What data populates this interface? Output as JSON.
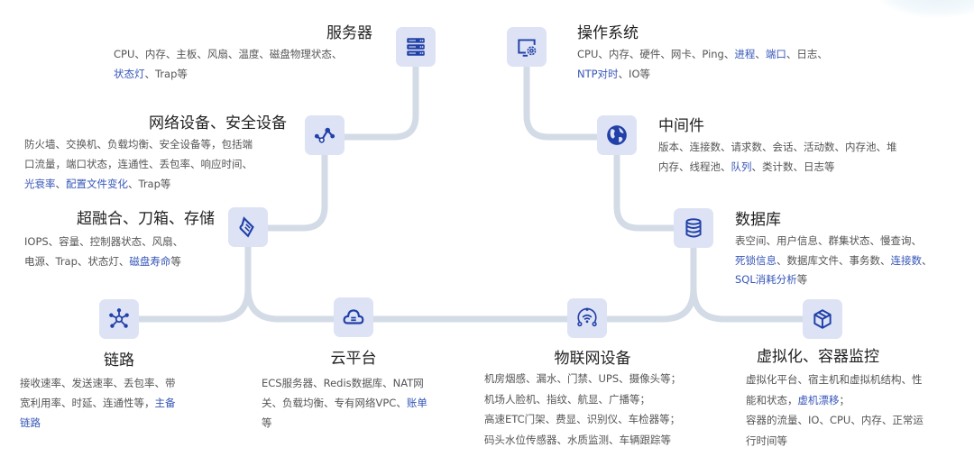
{
  "colors": {
    "line": "#d3dbe6",
    "icon_bg": "#dde3f4",
    "icon": "#2140a8",
    "highlight": "#3656b8",
    "text": "#555555",
    "title": "#222222"
  },
  "cards": [
    {
      "id": "server",
      "icon": "server-icon",
      "title": "服务器",
      "desc": [
        [
          {
            "t": "CPU、内存、主板、风扇、温度、磁盘物理状态、"
          }
        ],
        [
          {
            "t": "状态灯",
            "hl": true
          },
          {
            "t": "、Trap等"
          }
        ]
      ]
    },
    {
      "id": "network",
      "icon": "network-share-icon",
      "title": "网络设备、安全设备",
      "desc": [
        [
          {
            "t": "防火墙、交换机、负载均衡、安全设备等，包括端"
          }
        ],
        [
          {
            "t": "口流量，端口状态，连通性、丢包率、响应时间、"
          }
        ],
        [
          {
            "t": "光衰率",
            "hl": true
          },
          {
            "t": "、"
          },
          {
            "t": "配置文件变化",
            "hl": true
          },
          {
            "t": "、Trap等"
          }
        ]
      ]
    },
    {
      "id": "storage",
      "icon": "storage-scroll-icon",
      "title": "超融合、刀箱、存储",
      "desc": [
        [
          {
            "t": "IOPS、容量、控制器状态、风扇、"
          }
        ],
        [
          {
            "t": "电源、Trap、状态灯、"
          },
          {
            "t": "磁盘寿命",
            "hl": true
          },
          {
            "t": "等"
          }
        ]
      ]
    },
    {
      "id": "link",
      "icon": "link-topology-icon",
      "title": "链路",
      "desc": [
        [
          {
            "t": "接收速率、发送速率、丢包率、带"
          }
        ],
        [
          {
            "t": "宽利用率、时延、连通性等，"
          },
          {
            "t": "主备",
            "hl": true
          }
        ],
        [
          {
            "t": "链路",
            "hl": true
          }
        ]
      ]
    },
    {
      "id": "cloud",
      "icon": "cloud-icon",
      "title": "云平台",
      "desc": [
        [
          {
            "t": "ECS服务器、Redis数据库、NAT网"
          }
        ],
        [
          {
            "t": "关、负载均衡、专有网络VPC、"
          },
          {
            "t": "账单",
            "hl": true
          }
        ],
        [
          {
            "t": "等"
          }
        ]
      ]
    },
    {
      "id": "iot",
      "icon": "iot-wifi-icon",
      "title": "物联网设备",
      "desc": [
        [
          {
            "t": "机房烟感、漏水、门禁、UPS、摄像头等；"
          }
        ],
        [
          {
            "t": "机场人脸机、指纹、航显、广播等；"
          }
        ],
        [
          {
            "t": "高速ETC门架、费显、识别仪、车检器等；"
          }
        ],
        [
          {
            "t": "码头水位传感器、水质监测、车辆跟踪等"
          }
        ]
      ]
    },
    {
      "id": "virtual",
      "icon": "container-box-icon",
      "title": "虚拟化、容器监控",
      "desc": [
        [
          {
            "t": "虚拟化平台、宿主机和虚拟机结构、性"
          }
        ],
        [
          {
            "t": "能和状态，"
          },
          {
            "t": "虚机漂移",
            "hl": true
          },
          {
            "t": "；"
          }
        ],
        [
          {
            "t": "容器的流量、IO、CPU、内存、正常运"
          }
        ],
        [
          {
            "t": "行时间等"
          }
        ]
      ]
    },
    {
      "id": "os",
      "icon": "monitor-gear-icon",
      "title": "操作系统",
      "desc": [
        [
          {
            "t": "CPU、内存、硬件、网卡、Ping、"
          },
          {
            "t": "进程",
            "hl": true
          },
          {
            "t": "、"
          },
          {
            "t": "端口",
            "hl": true
          },
          {
            "t": "、日志、"
          }
        ],
        [
          {
            "t": "NTP对时",
            "hl": true
          },
          {
            "t": "、IO等"
          }
        ]
      ]
    },
    {
      "id": "middleware",
      "icon": "globe-icon",
      "title": "中间件",
      "desc": [
        [
          {
            "t": "版本、连接数、请求数、会话、活动数、内存池、堆"
          }
        ],
        [
          {
            "t": "内存、线程池、"
          },
          {
            "t": "队列",
            "hl": true
          },
          {
            "t": "、类计数、日志等"
          }
        ]
      ]
    },
    {
      "id": "database",
      "icon": "database-icon",
      "title": "数据库",
      "desc": [
        [
          {
            "t": "表空间、用户信息、群集状态、慢查询、"
          }
        ],
        [
          {
            "t": "死锁信息",
            "hl": true
          },
          {
            "t": "、数据库文件、事务数、"
          },
          {
            "t": "连接数",
            "hl": true
          },
          {
            "t": "、"
          }
        ],
        [
          {
            "t": "SQL消耗分析",
            "hl": true
          },
          {
            "t": "等"
          }
        ]
      ]
    }
  ]
}
